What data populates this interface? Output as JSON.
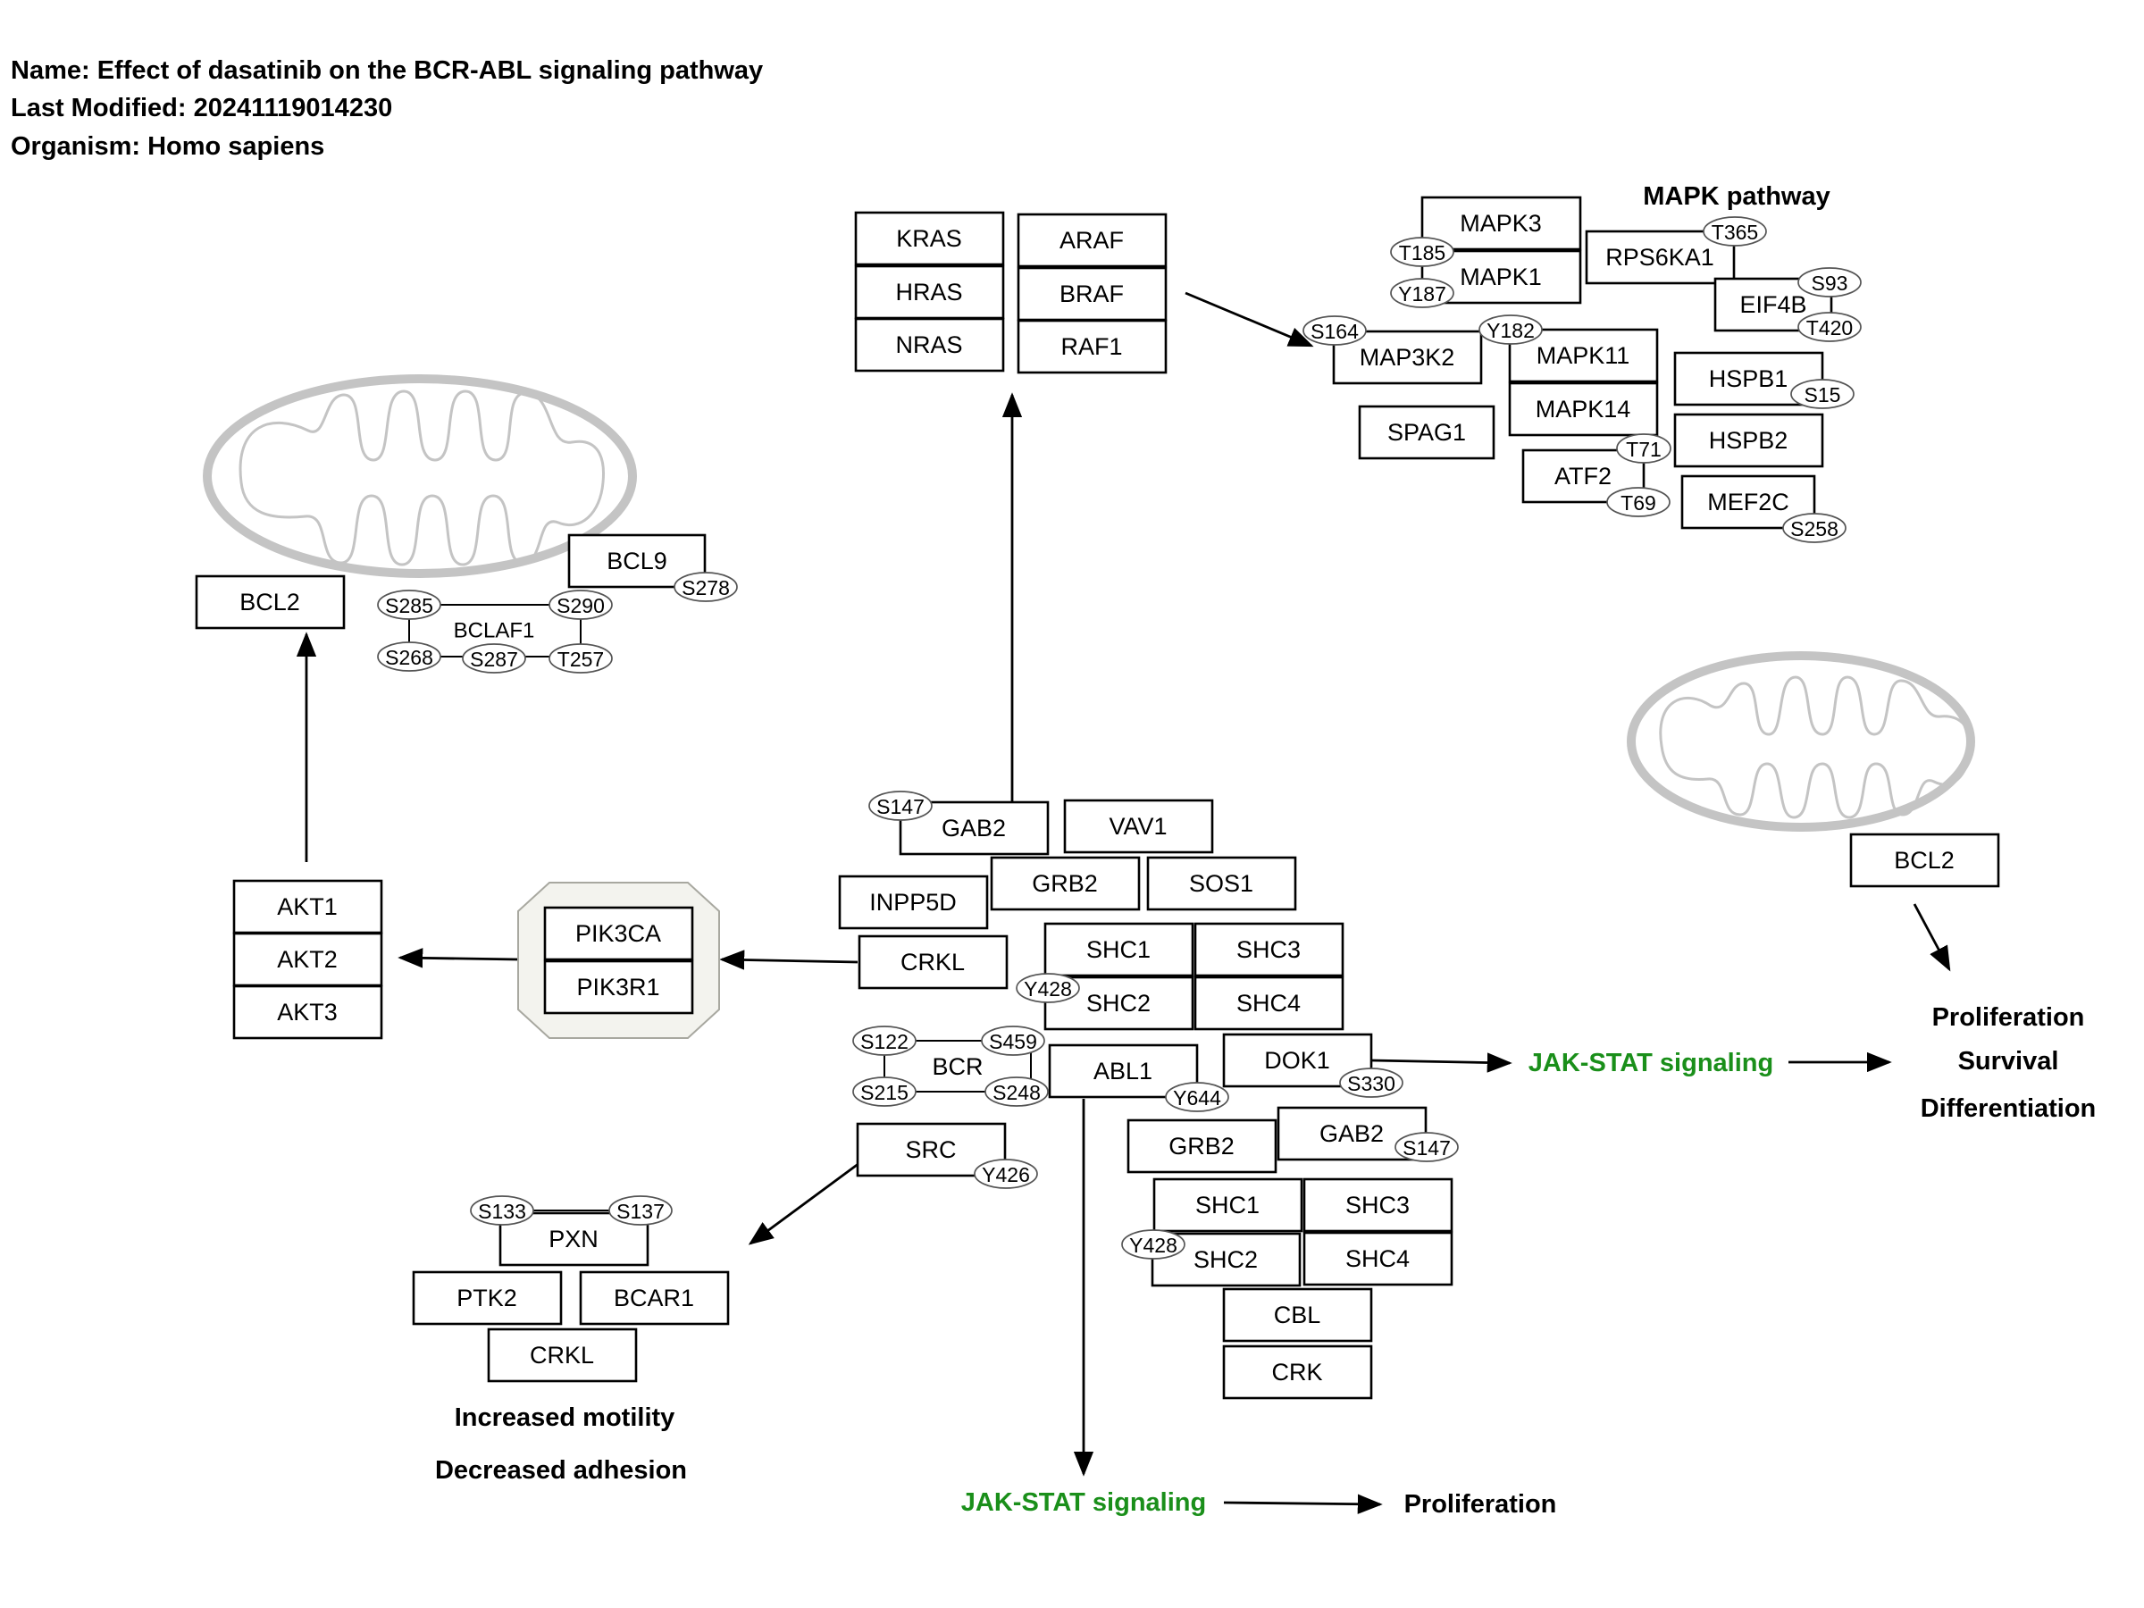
{
  "header": {
    "name": "Name: Effect of dasatinib on the BCR-ABL signaling pathway",
    "modified": "Last Modified: 20241119014230",
    "organism": "Organism: Homo sapiens"
  },
  "labels": {
    "mapk_pathway": "MAPK pathway",
    "bclaf1": "BCLAF1",
    "bcr": "BCR",
    "jakstat_right": "JAK-STAT signaling",
    "jakstat_bottom": "JAK-STAT signaling",
    "proliferation_bottom": "Proliferation",
    "proliferation_right": "Proliferation",
    "survival": "Survival",
    "differentiation": "Differentiation",
    "increased_motility": "Increased motility",
    "decreased_adhesion": "Decreased adhesion"
  },
  "genes": {
    "kras": "KRAS",
    "hras": "HRAS",
    "nras": "NRAS",
    "araf": "ARAF",
    "braf": "BRAF",
    "raf1": "RAF1",
    "mapk3": "MAPK3",
    "mapk1": "MAPK1",
    "rps6ka1": "RPS6KA1",
    "eif4b": "EIF4B",
    "map3k2": "MAP3K2",
    "mapk11": "MAPK11",
    "mapk14": "MAPK14",
    "hspb1": "HSPB1",
    "hspb2": "HSPB2",
    "spag1": "SPAG1",
    "atf2": "ATF2",
    "mef2c": "MEF2C",
    "bcl2_left": "BCL2",
    "bcl9": "BCL9",
    "gab2_top": "GAB2",
    "vav1": "VAV1",
    "inpp5d": "INPP5D",
    "grb2_top": "GRB2",
    "sos1": "SOS1",
    "crkl_mid": "CRKL",
    "shc1_top": "SHC1",
    "shc3_top": "SHC3",
    "shc2_top": "SHC2",
    "shc4_top": "SHC4",
    "akt1": "AKT1",
    "akt2": "AKT2",
    "akt3": "AKT3",
    "pik3ca": "PIK3CA",
    "pik3r1": "PIK3R1",
    "abl1": "ABL1",
    "dok1": "DOK1",
    "src": "SRC",
    "grb2_bot": "GRB2",
    "gab2_bot": "GAB2",
    "shc1_bot": "SHC1",
    "shc3_bot": "SHC3",
    "shc2_bot": "SHC2",
    "shc4_bot": "SHC4",
    "cbl": "CBL",
    "crk": "CRK",
    "pxn": "PXN",
    "ptk2": "PTK2",
    "bcar1": "BCAR1",
    "crkl_bot": "CRKL",
    "bcl2_right": "BCL2"
  },
  "sites": {
    "mapk3_t185": "T185",
    "mapk1_y187": "Y187",
    "rps6ka1_t365": "T365",
    "eif4b_s93": "S93",
    "eif4b_t420": "T420",
    "map3k2_s164": "S164",
    "mapk11_y182": "Y182",
    "hspb1_s15": "S15",
    "atf2_t71": "T71",
    "atf2_t69": "T69",
    "mef2c_s258": "S258",
    "bcl9_s278": "S278",
    "bclaf1_s285": "S285",
    "bclaf1_s290": "S290",
    "bclaf1_s268": "S268",
    "bclaf1_s287": "S287",
    "bclaf1_t257": "T257",
    "gab2_s147_top": "S147",
    "shc2_y428_top": "Y428",
    "bcr_s122": "S122",
    "bcr_s459": "S459",
    "bcr_s215": "S215",
    "bcr_s248": "S248",
    "abl1_y644": "Y644",
    "dok1_s330": "S330",
    "src_y426": "Y426",
    "gab2_s147_bot": "S147",
    "shc2_y428_bot": "Y428",
    "pxn_s133": "S133",
    "pxn_s137": "S137"
  }
}
